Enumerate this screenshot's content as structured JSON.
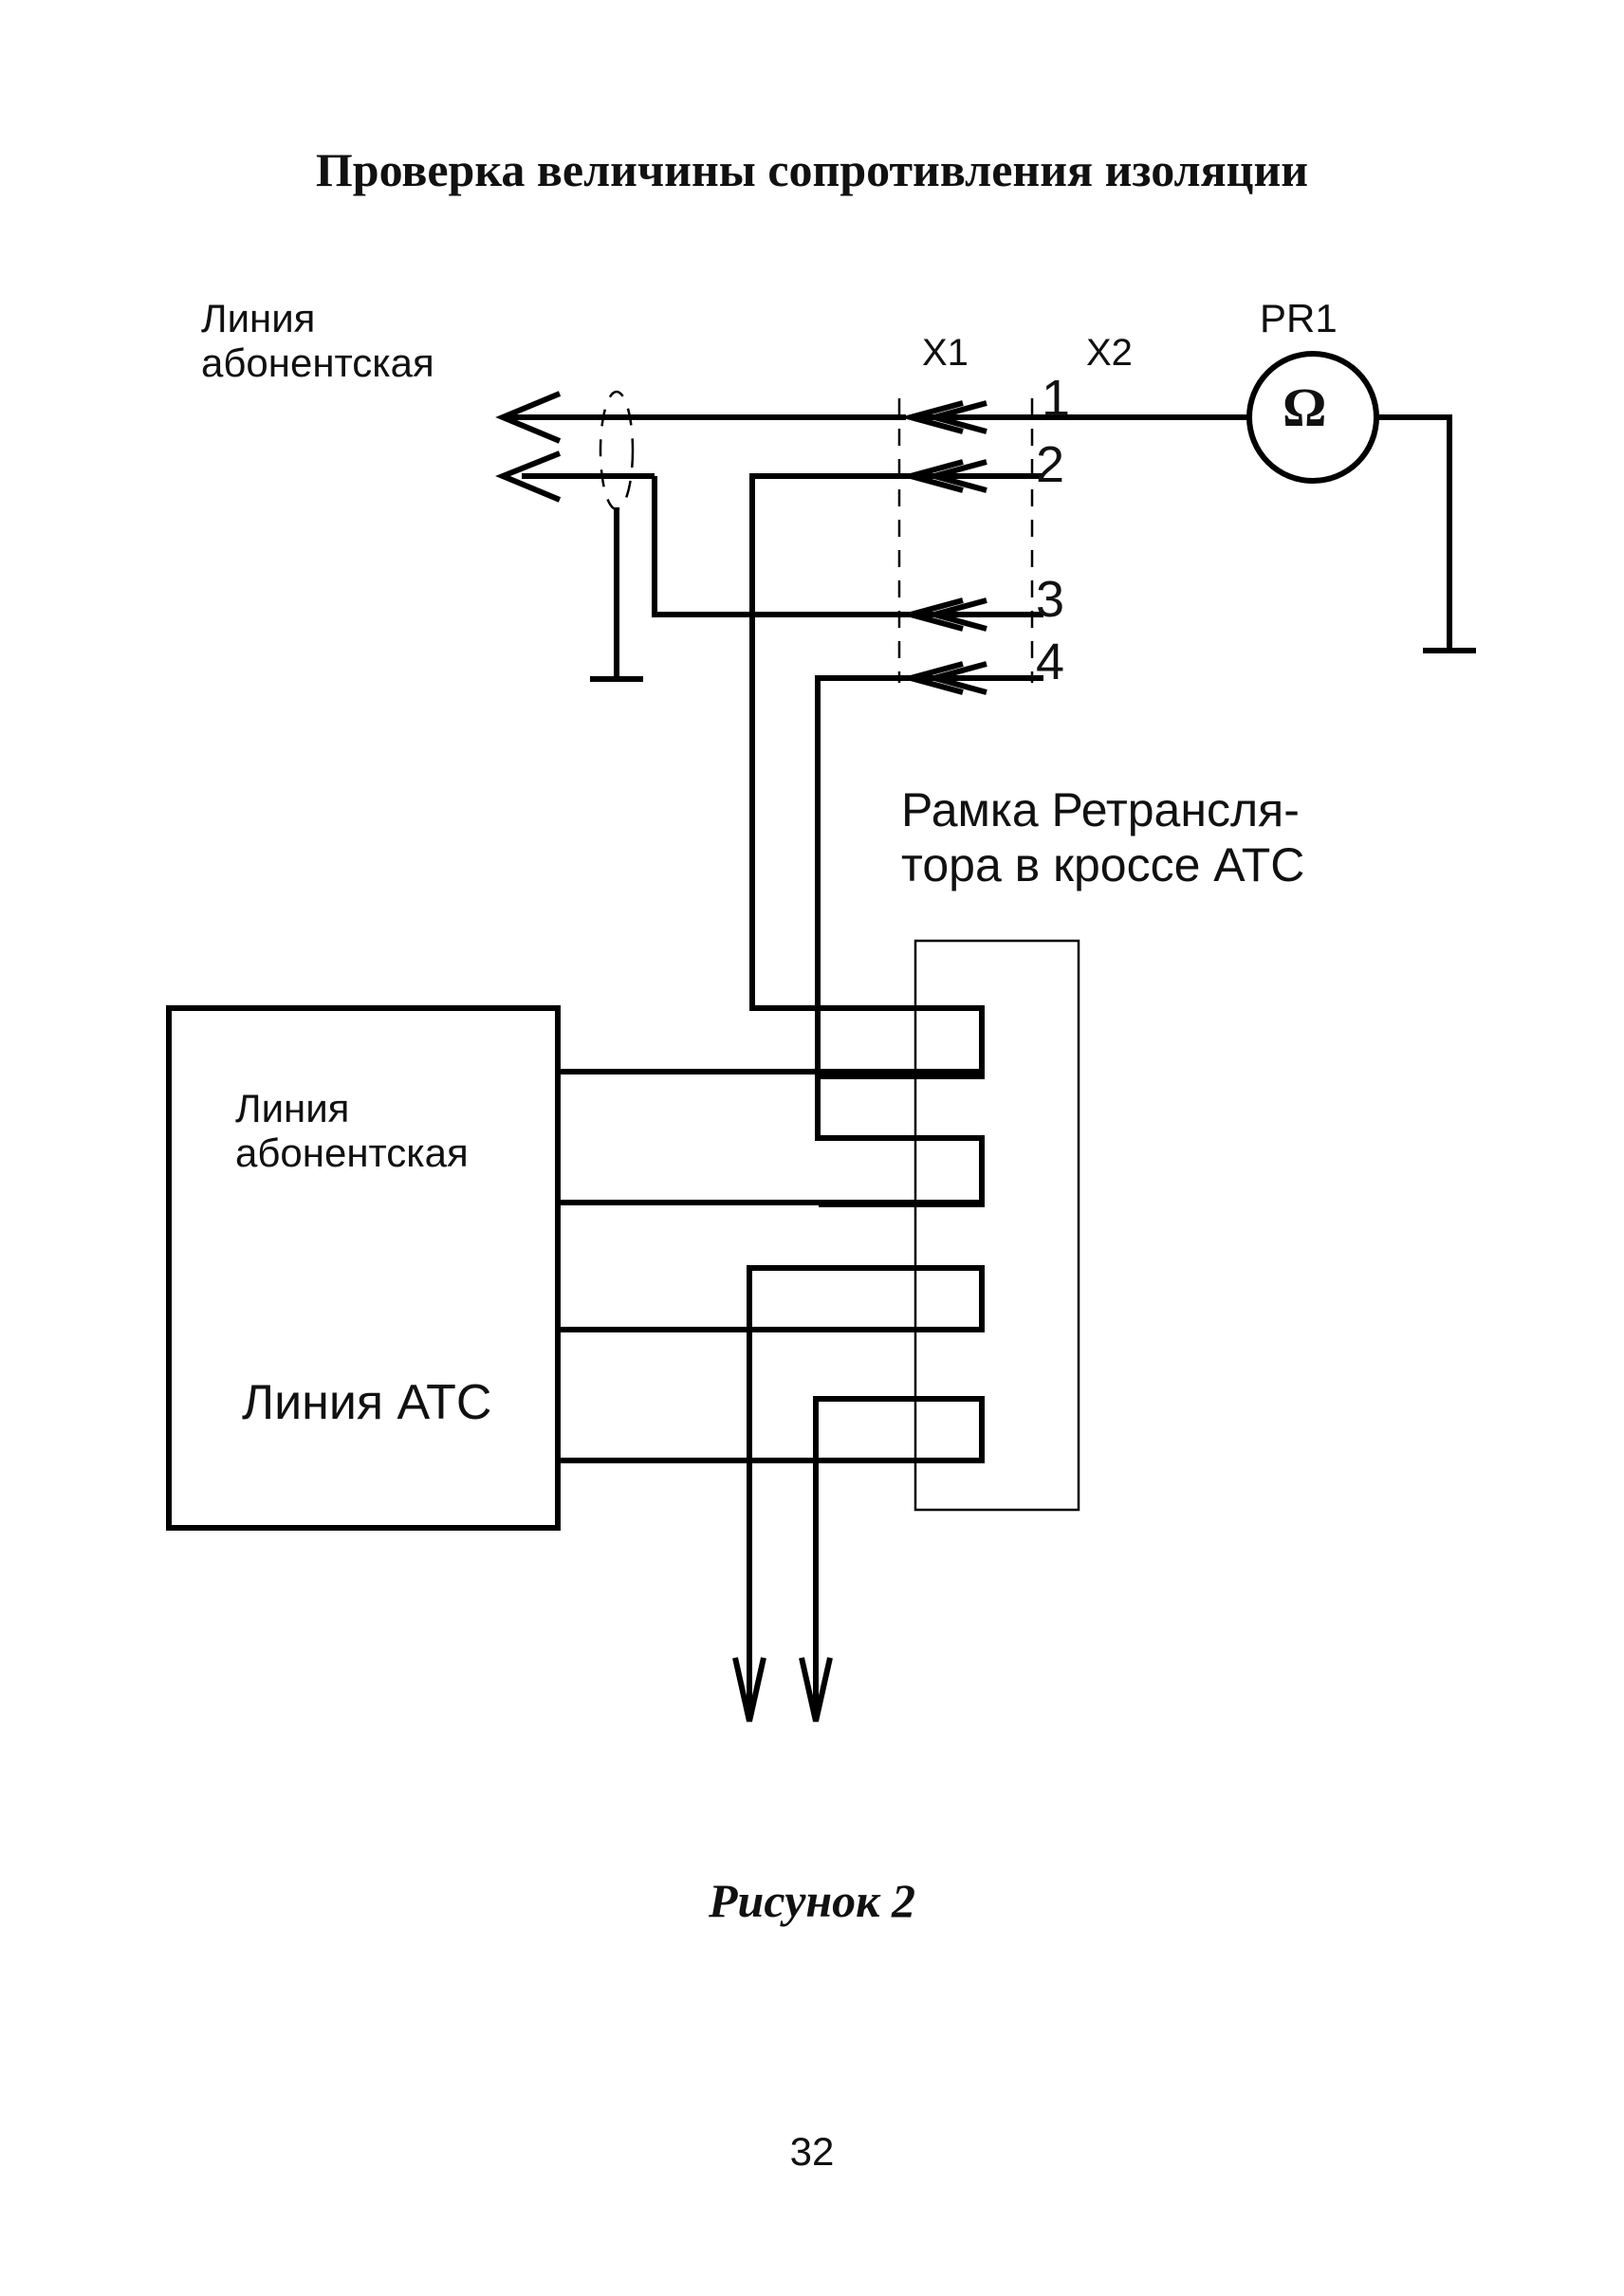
{
  "title": "Проверка величины сопротивления изоляции",
  "labels": {
    "line_top_1": "Линия",
    "line_top_2": "абонентская",
    "x1": "X1",
    "x2": "X2",
    "pr1": "PR1",
    "ohm": "Ω",
    "pin1": "1",
    "pin2": "2",
    "pin3": "3",
    "pin4": "4",
    "frame_1": "Рамка Ретрансля-",
    "frame_2": "тора в кроссе АТС",
    "box_line_1": "Линия",
    "box_line_2": "абонентская",
    "box_ats": "Линия АТС"
  },
  "caption": "Рисунок 2",
  "page_number": "32"
}
